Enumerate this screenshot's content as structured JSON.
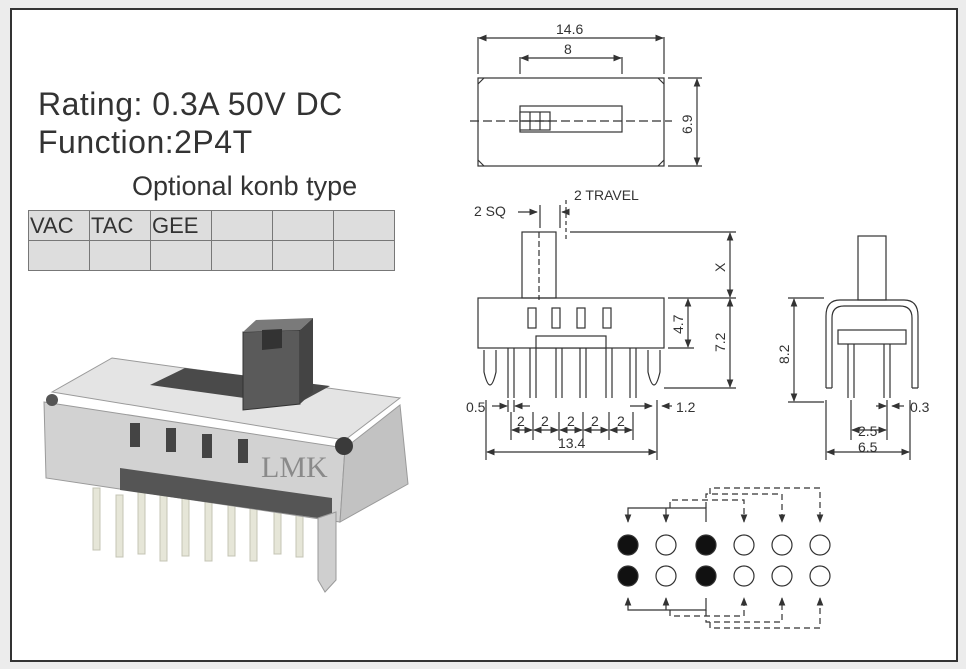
{
  "specs": {
    "rating": "Rating: 0.3A  50V  DC",
    "function": "Function:2P4T"
  },
  "knob_options": {
    "title": "Optional konb type",
    "row1": [
      "VAC",
      "TAC",
      "GEE",
      "",
      "",
      ""
    ],
    "row2": [
      "",
      "",
      "",
      "",
      "",
      ""
    ]
  },
  "product": {
    "brand": "LMK"
  },
  "top_view": {
    "overall_width": "14.6",
    "slot_width": "8",
    "height": "6.9"
  },
  "front_view": {
    "slot": "2 SQ",
    "travel": "2 TRAVEL",
    "actuator": "X",
    "body_height": "4.7",
    "total_height": "7.2",
    "pin_width": "0.5",
    "pin_pitches": [
      "2",
      "2",
      "2",
      "2",
      "2"
    ],
    "edge": "1.2",
    "total_length": "13.4"
  },
  "side_view": {
    "height": "8.2",
    "pin_width": "0.3",
    "row_pitch": "2.5",
    "width": "6.5"
  },
  "colors": {
    "line": "#333333",
    "table_fill": "#dddddd",
    "body_fill": "#d8d8d8"
  }
}
